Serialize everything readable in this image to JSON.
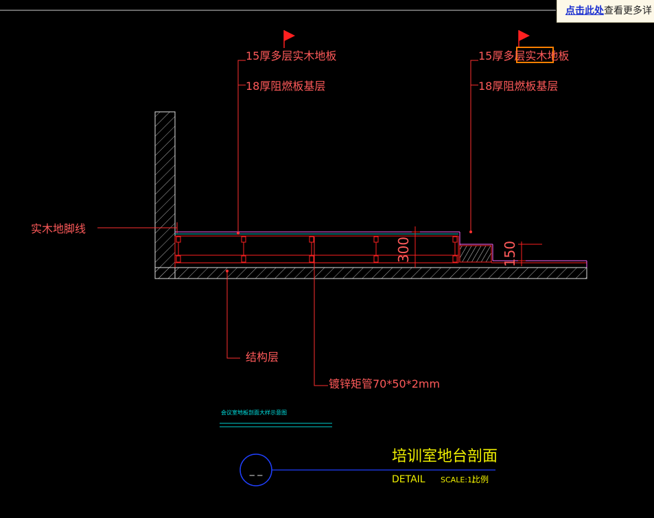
{
  "notice": {
    "link_text": "点击此处",
    "rest_text": "查看更多详"
  },
  "labels": {
    "left_top1": "15厚多层实木地板",
    "left_top2": "18厚阻燃板基层",
    "right_top1": "15厚多层实木地板",
    "right_top2": "18厚阻燃板基层",
    "skirting": "实木地脚线",
    "structure": "结构层",
    "steel_pipe": "镀锌矩管70*50*2mm",
    "dim_300": "300",
    "dim_150": "150",
    "small_note": "会议室地板剖面大样示意图"
  },
  "title_block": {
    "title": "培训室地台剖面",
    "detail": "DETAIL",
    "scale": "SCALE:1/",
    "scale_word": "比例",
    "bubble": "_ _"
  },
  "colors": {
    "background": "#000000",
    "red": "#ff2020",
    "label_red": "#ff5a5a",
    "cyan": "#00d0d0",
    "blue": "#2040ff",
    "yellow": "#f0f000",
    "hatch": "#d0d0d0"
  }
}
